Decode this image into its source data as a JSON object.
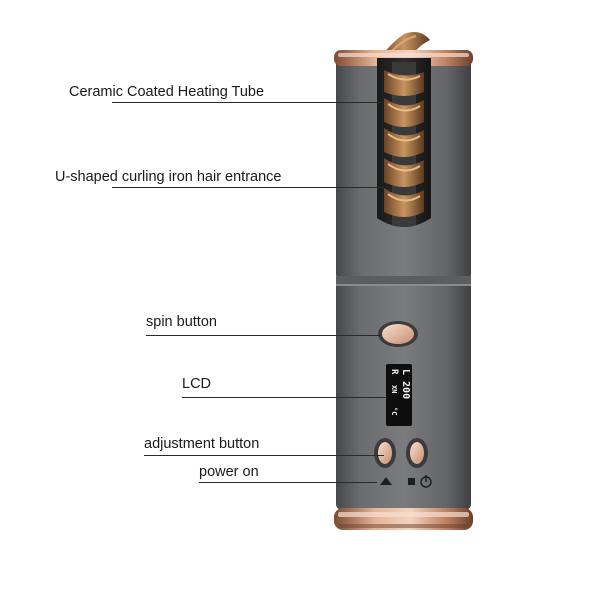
{
  "callouts": [
    {
      "id": "heating-tube",
      "text": "Ceramic Coated Heating Tube"
    },
    {
      "id": "hair-entrance",
      "text": "U-shaped curling iron hair entrance"
    },
    {
      "id": "spin-button",
      "text": "spin button"
    },
    {
      "id": "lcd",
      "text": "LCD"
    },
    {
      "id": "adjustment-button",
      "text": "adjustment button"
    },
    {
      "id": "power-on",
      "text": "power on"
    }
  ],
  "lcd": {
    "line1": "L 200",
    "line2": "R",
    "line3": "XN",
    "unit": "°C"
  },
  "power_icon_name": "power-symbol-icon",
  "play_icon_name": "triangle-icon",
  "colors": {
    "body": "#6f7072",
    "body_dark": "#4b4c4e",
    "copper": "#d19a7c",
    "copper_dark": "#8f5a40",
    "hair": "#b07a45"
  }
}
